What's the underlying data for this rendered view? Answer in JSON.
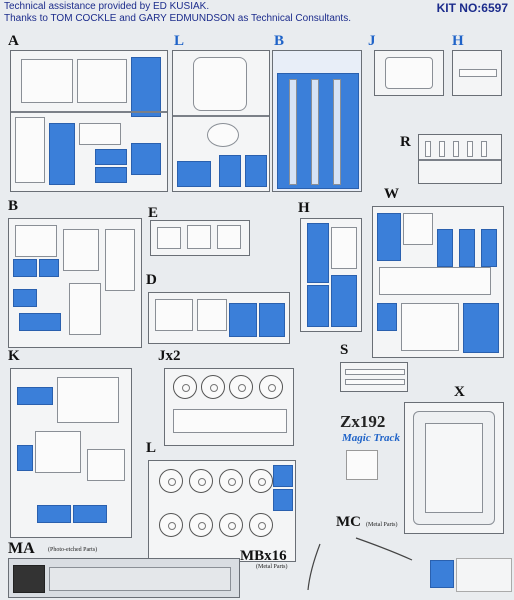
{
  "header": {
    "line1": "Technical assistance provided by ED KUSIAK.",
    "line2": "Thanks to TOM COCKLE and GARY EDMUNDSON as Technical Consultants.",
    "kit_no": "KIT NO:6597"
  },
  "sprues": {
    "A": "A",
    "L": "L",
    "B_top": "B",
    "J": "J",
    "H_top": "H",
    "R": "R",
    "B": "B",
    "E": "E",
    "H": "H",
    "W": "W",
    "D": "D",
    "K": "K",
    "Jx2": "Jx2",
    "S": "S",
    "X": "X",
    "L2": "L",
    "MA": "MA",
    "MA_sub": "(Photo-etched Parts)",
    "MB": "MBx16",
    "MB_sub": "(Metal Parts)",
    "MC": "MC",
    "MC_sub": "(Metal Parts)"
  },
  "brand": {
    "zx": "Zx192",
    "logo": "Magic Track"
  },
  "colors": {
    "highlight": "#3b7fd9",
    "text": "#1c2c8c",
    "label_blue": "#1f63c8"
  }
}
